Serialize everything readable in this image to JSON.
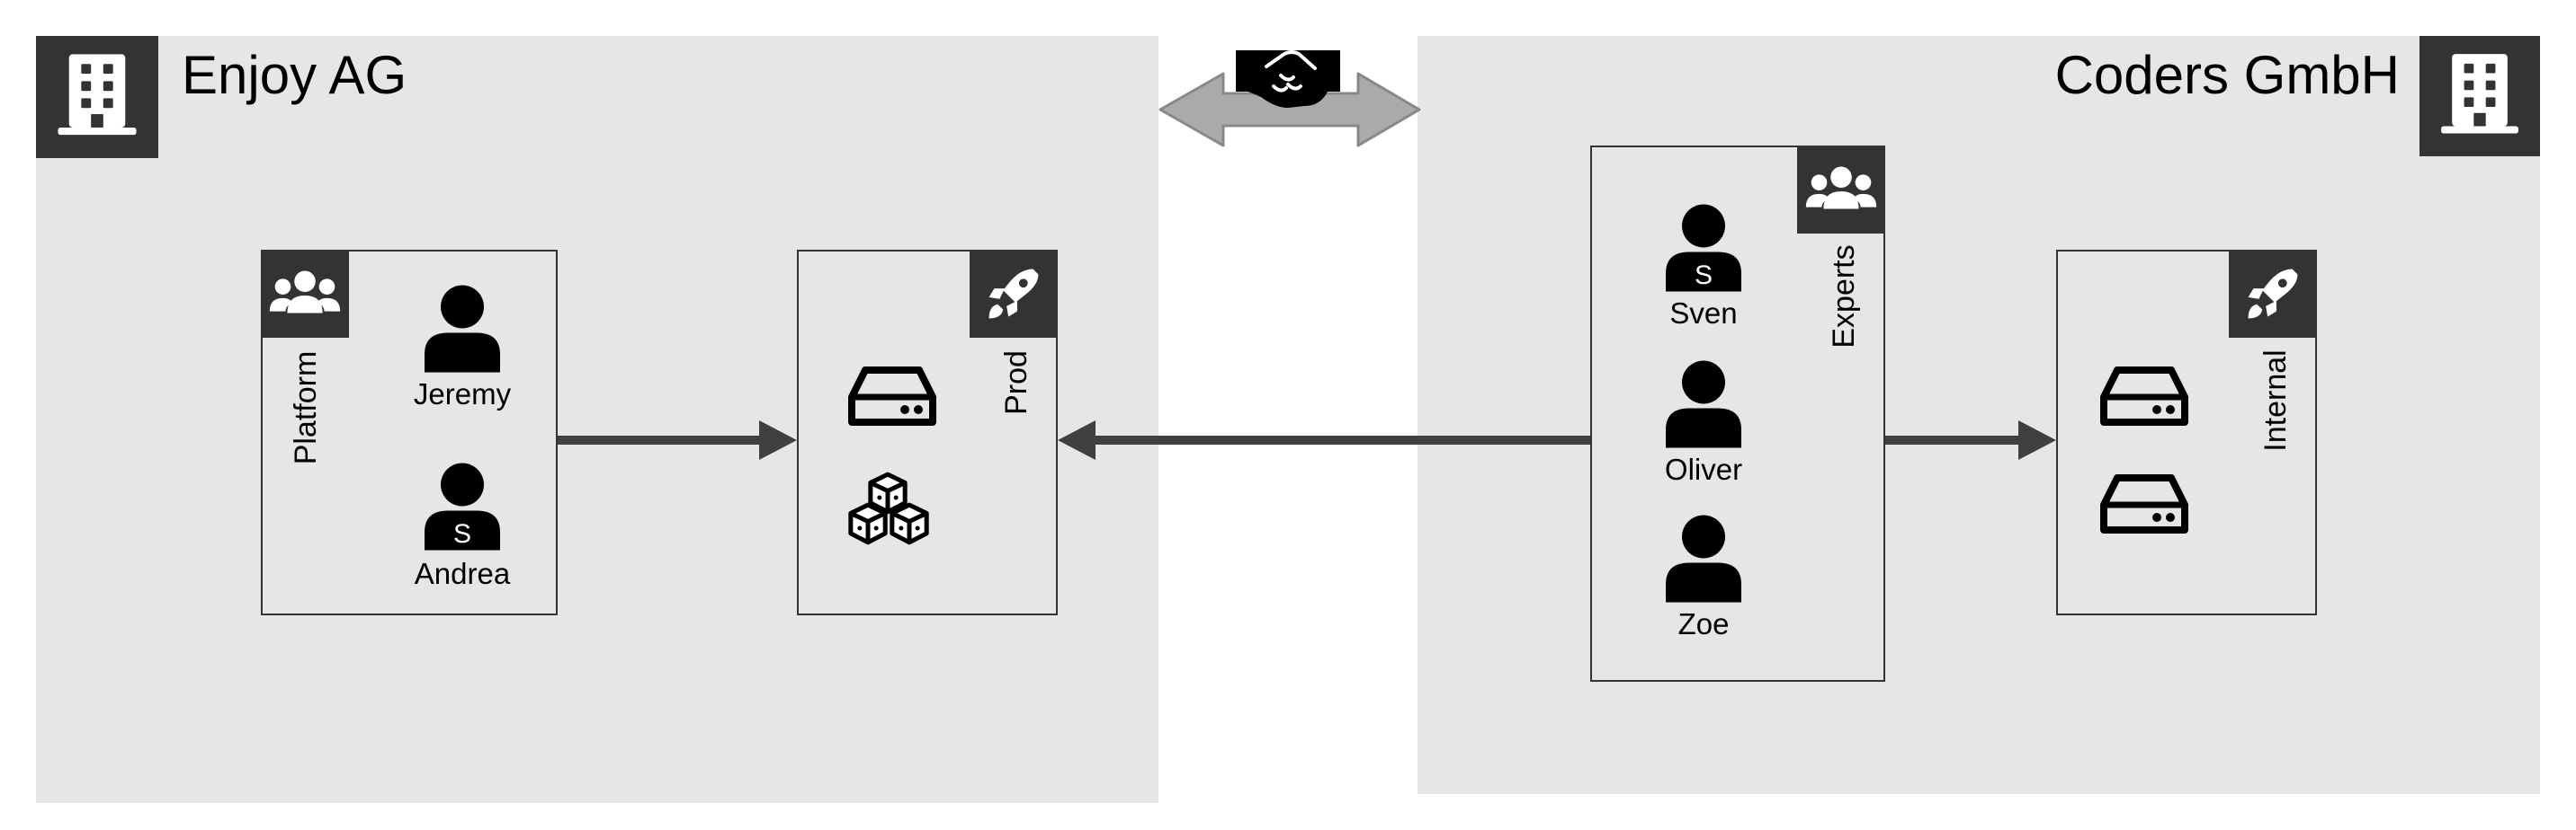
{
  "organizations": {
    "left": {
      "name": "Enjoy AG",
      "icon": "building-icon"
    },
    "right": {
      "name": "Coders GmbH",
      "icon": "building-icon"
    }
  },
  "partnership": {
    "icon": "handshake-icon",
    "connector": "bidirectional-arrow"
  },
  "teams": {
    "platform": {
      "label": "Platform",
      "icon": "team-icon",
      "members": [
        {
          "name": "Jeremy",
          "icon": "person-icon",
          "badge": ""
        },
        {
          "name": "Andrea",
          "icon": "person-icon",
          "badge": "S"
        }
      ]
    },
    "experts": {
      "label": "Experts",
      "icon": "team-icon",
      "members": [
        {
          "name": "Sven",
          "icon": "person-icon",
          "badge": "S"
        },
        {
          "name": "Oliver",
          "icon": "person-icon",
          "badge": ""
        },
        {
          "name": "Zoe",
          "icon": "person-icon",
          "badge": ""
        }
      ]
    }
  },
  "environments": {
    "prod": {
      "label": "Prod",
      "icon": "rocket-icon",
      "resources": [
        "server-icon",
        "cubes-icon"
      ]
    },
    "internal": {
      "label": "Internal",
      "icon": "rocket-icon",
      "resources": [
        "server-icon",
        "server-icon"
      ]
    }
  },
  "colors": {
    "organization_bg": "#e6e6e6",
    "dark": "#333333",
    "arrow": "#404040",
    "partner_arrow": "#aaaaaa"
  }
}
